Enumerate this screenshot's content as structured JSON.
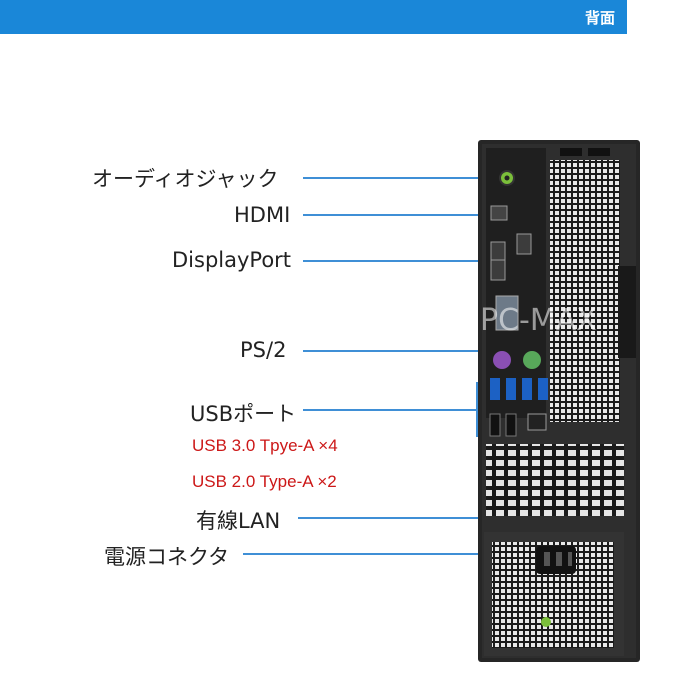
{
  "header": {
    "title": "背面"
  },
  "labels": {
    "audio": "オーディオジャック",
    "hdmi": "HDMI",
    "displayport": "DisplayPort",
    "ps2": "PS/2",
    "usb": "USBポート",
    "usb3": "USB 3.0 Tpye-A ×4",
    "usb2": "USB 2.0 Type-A ×2",
    "lan": "有線LAN",
    "power": "電源コネクタ"
  },
  "watermark": "PC-MAX",
  "colors": {
    "accent": "#1a87d8",
    "line": "#3f8fd6",
    "red_text": "#cc1818"
  }
}
